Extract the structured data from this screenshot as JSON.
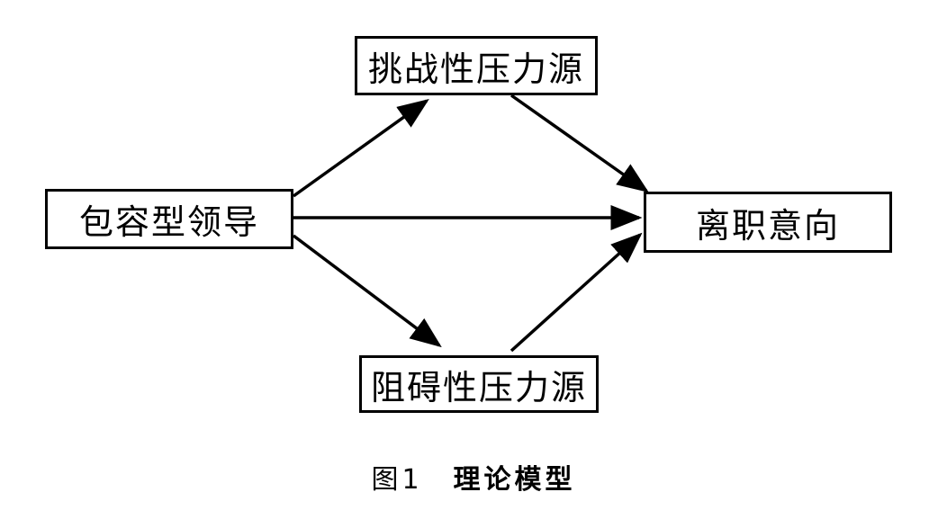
{
  "nodes": {
    "leader": "包容型领导",
    "challenge": "挑战性压力源",
    "hindrance": "阻碍性压力源",
    "turnover": "离职意向"
  },
  "edges": [
    {
      "from": "leader",
      "to": "challenge"
    },
    {
      "from": "leader",
      "to": "turnover"
    },
    {
      "from": "leader",
      "to": "hindrance"
    },
    {
      "from": "challenge",
      "to": "turnover"
    },
    {
      "from": "hindrance",
      "to": "turnover"
    }
  ],
  "caption": {
    "figure": "图1",
    "title": "理论模型"
  },
  "colors": {
    "line": "#000000",
    "background": "#ffffff"
  }
}
